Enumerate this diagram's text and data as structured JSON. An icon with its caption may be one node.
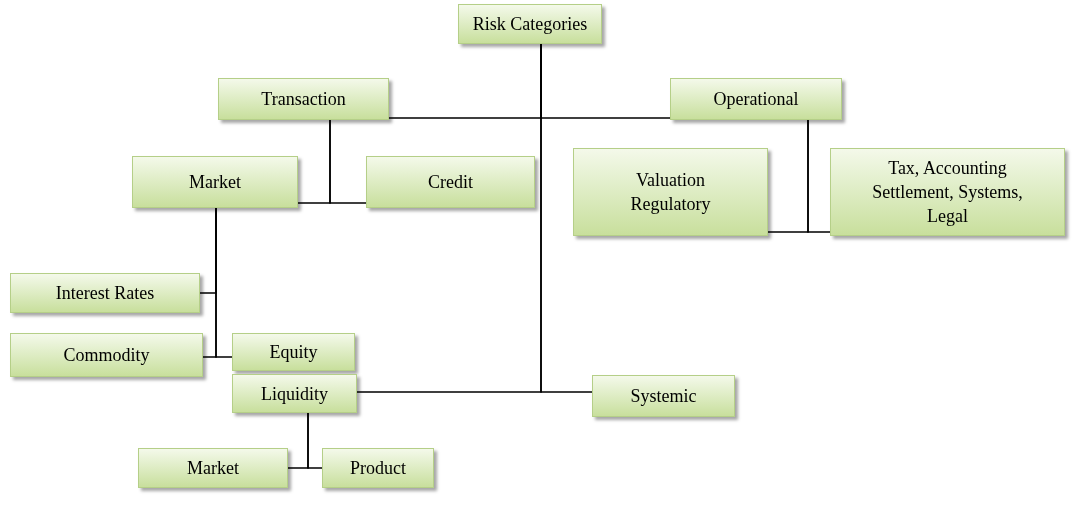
{
  "diagram": {
    "nodes": [
      {
        "text": [
          "Risk Categories"
        ]
      },
      {
        "text": [
          "Transaction"
        ]
      },
      {
        "text": [
          "Operational"
        ]
      },
      {
        "text": [
          "Market"
        ]
      },
      {
        "text": [
          "Credit"
        ]
      },
      {
        "text": [
          "Valuation Regulatory"
        ]
      },
      {
        "text": [
          "Tax, Accounting Settlement, Systems, Legal"
        ]
      },
      {
        "text": [
          "Interest Rates"
        ]
      },
      {
        "text": [
          "Commodity"
        ]
      },
      {
        "text": [
          "Equity"
        ]
      },
      {
        "text": [
          "Liquidity"
        ]
      },
      {
        "text": [
          "Systemic"
        ]
      },
      {
        "text": [
          "Market"
        ]
      },
      {
        "text": [
          "Product"
        ]
      }
    ],
    "edges": [
      {
        "from": 0,
        "to": 1,
        "arrow": "none"
      },
      {
        "from": 0,
        "to": 2,
        "arrow": "none"
      },
      {
        "from": 0,
        "to": 10,
        "arrow": "none"
      },
      {
        "from": 0,
        "to": 11,
        "arrow": "none"
      },
      {
        "from": 1,
        "to": 3,
        "arrow": "none"
      },
      {
        "from": 1,
        "to": 4,
        "arrow": "none"
      },
      {
        "from": 2,
        "to": 5,
        "arrow": "none"
      },
      {
        "from": 2,
        "to": 6,
        "arrow": "none"
      },
      {
        "from": 3,
        "to": 7,
        "arrow": "none"
      },
      {
        "from": 3,
        "to": 8,
        "arrow": "none"
      },
      {
        "from": 3,
        "to": 9,
        "arrow": "none"
      },
      {
        "from": 10,
        "to": 12,
        "arrow": "none"
      },
      {
        "from": 10,
        "to": 13,
        "arrow": "none"
      }
    ]
  }
}
